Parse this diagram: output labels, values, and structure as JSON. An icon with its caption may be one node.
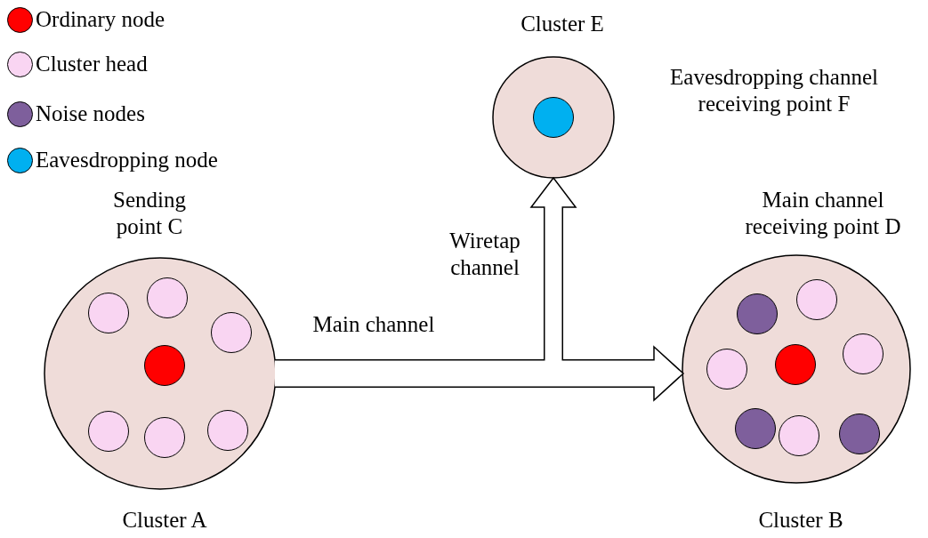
{
  "diagram": {
    "nodes": [
      {
        "text": [
          "Sending point C",
          "Cluster A"
        ]
      },
      {
        "text": [],
        "shape": "circle",
        "in": 0
      },
      {
        "text": [],
        "shape": "circle",
        "in": 0
      },
      {
        "text": [],
        "shape": "circle",
        "in": 0
      },
      {
        "text": [],
        "shape": "circle",
        "in": 0
      },
      {
        "text": [],
        "shape": "circle",
        "in": 0
      },
      {
        "text": [],
        "shape": "circle",
        "in": 0
      },
      {
        "text": [],
        "shape": "circle",
        "in": 0
      },
      {
        "text": [
          "Cluster E",
          "Eavesdropping channel receiving point F"
        ]
      },
      {
        "text": [],
        "shape": "circle",
        "in": 8
      },
      {
        "text": [
          "Main channel receiving point D",
          "Cluster B"
        ]
      },
      {
        "text": [],
        "shape": "circle",
        "in": 10
      },
      {
        "text": [],
        "shape": "circle",
        "in": 10
      },
      {
        "text": [],
        "shape": "circle",
        "in": 10
      },
      {
        "text": [],
        "shape": "circle",
        "in": 10
      },
      {
        "text": [],
        "shape": "circle",
        "in": 10
      },
      {
        "text": [],
        "shape": "circle",
        "in": 10
      },
      {
        "text": [],
        "shape": "circle",
        "in": 10
      },
      {
        "text": [],
        "shape": "circle",
        "in": 10
      }
    ],
    "edges": [
      {
        "from": 0,
        "to": 10,
        "arrow": "to",
        "label": "Main channel"
      },
      {
        "from": 0,
        "to": 8,
        "arrow": "to",
        "label": "Wiretap channel"
      }
    ],
    "legend": [
      {
        "text": "Ordinary node",
        "color": "#ff0000"
      },
      {
        "text": "Cluster head",
        "color": "#f9d5f2"
      },
      {
        "text": "Noise nodes",
        "color": "#7e5f9c"
      },
      {
        "text": "Eavesdropping node",
        "color": "#00b0f0"
      }
    ]
  }
}
